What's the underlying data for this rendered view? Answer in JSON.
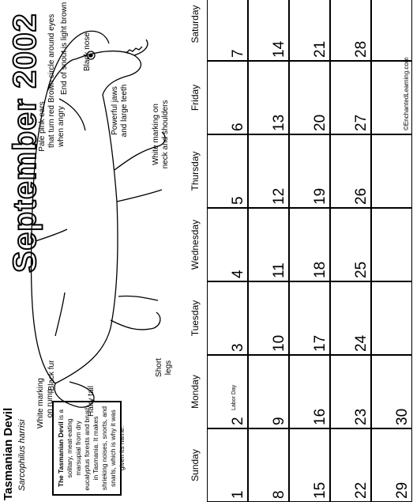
{
  "calendar": {
    "title": "September 2002",
    "weekdays": [
      "Sunday",
      "Monday",
      "Tuesday",
      "Wednesday",
      "Thursday",
      "Friday",
      "Saturday"
    ],
    "weeks": [
      [
        "1",
        "2",
        "3",
        "4",
        "5",
        "6",
        "7"
      ],
      [
        "8",
        "9",
        "10",
        "11",
        "12",
        "13",
        "14"
      ],
      [
        "15",
        "16",
        "17",
        "18",
        "19",
        "20",
        "21"
      ],
      [
        "22",
        "23",
        "24",
        "25",
        "26",
        "27",
        "28"
      ],
      [
        "29",
        "30",
        "",
        "",
        "",
        "",
        ""
      ]
    ],
    "holiday": "Labor Day"
  },
  "animal": {
    "name": "Tasmanian Devil",
    "scientific_name": "Sarcophilus harrisi",
    "description_bold": "The Tasmanian Devil",
    "description_rest": "is a solitary, meat-eating marsupial from dry eucalyptus forests and brush in Tasmania. It makes shrieking noises, snorts, and snarls, which is why it was given its name."
  },
  "labels": {
    "ears": "Pale pink ears that turn red when angry",
    "eyes": "Brown circle around eyes",
    "snout": "End of snout is light brown",
    "nose": "Black nose",
    "jaws": "Powerful jaws and large teeth",
    "neck": "White marking on neck and shoulders",
    "fur": "Black fur",
    "rump": "White marking on rump",
    "tail": "Hairy tail",
    "legs": "Short legs"
  },
  "credit": "©EnchantedLearning.com"
}
